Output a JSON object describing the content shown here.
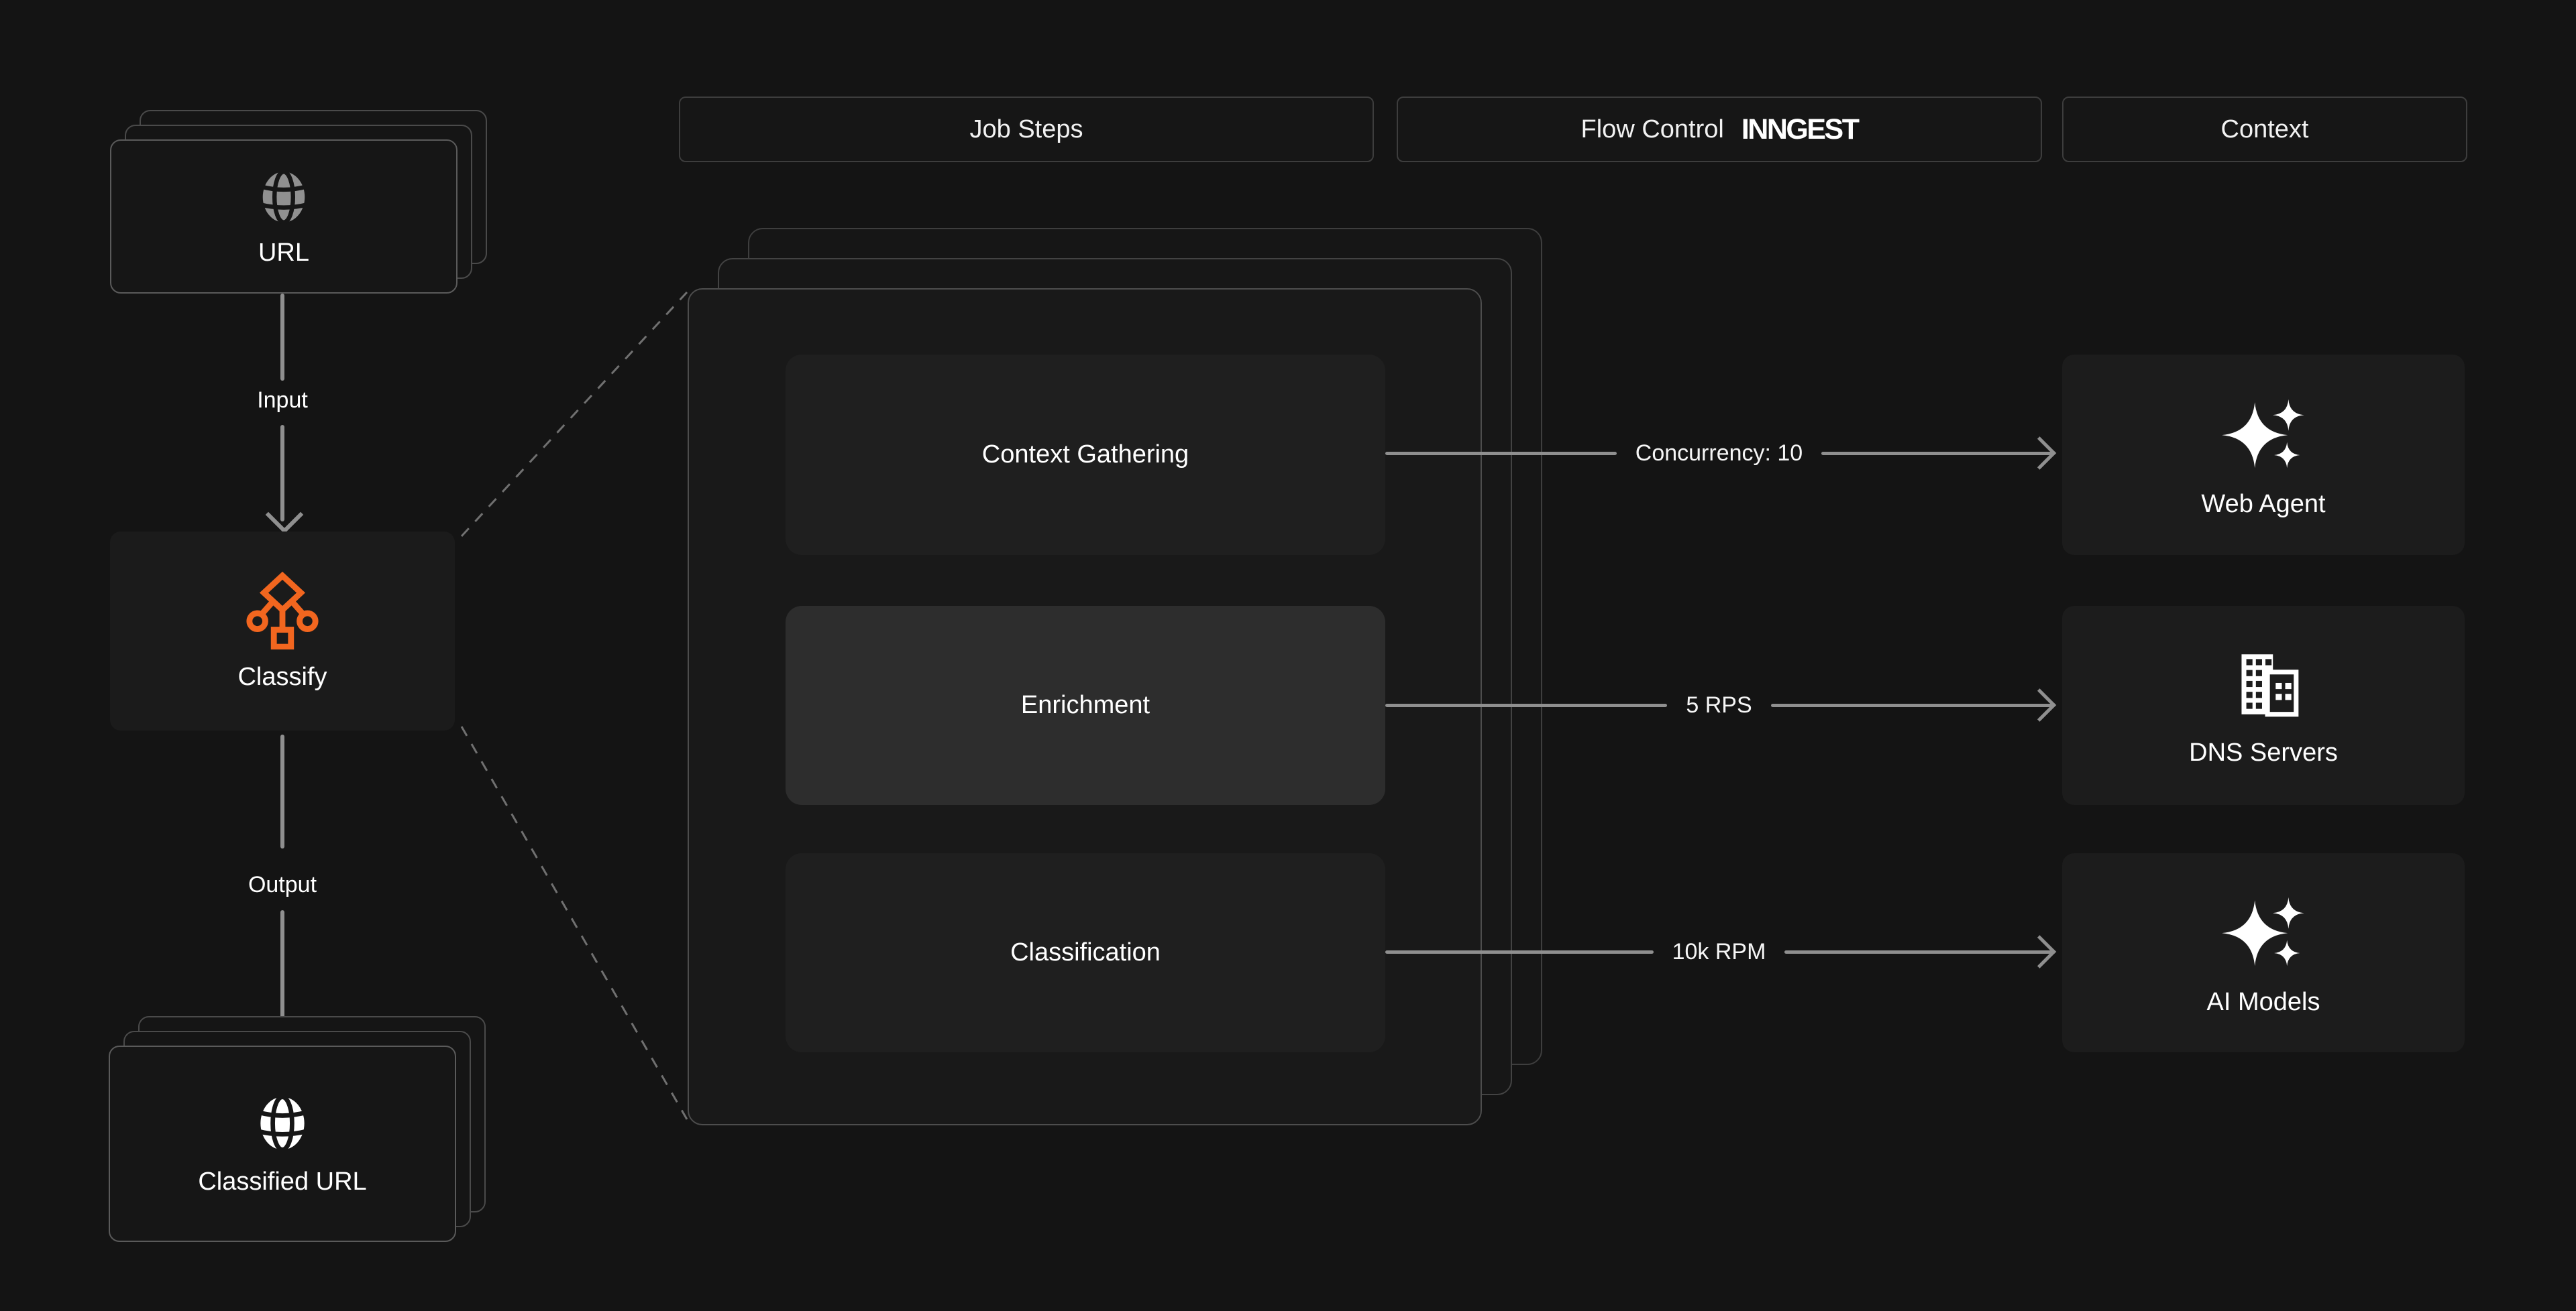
{
  "headers": [
    {
      "id": "job-steps",
      "label": "Job Steps"
    },
    {
      "id": "flow-control",
      "label": "Flow Control",
      "brand": "INNGEST"
    },
    {
      "id": "context",
      "label": "Context"
    }
  ],
  "nodes": {
    "input": {
      "label": "URL",
      "icon": "globe-icon"
    },
    "classify": {
      "label": "Classify",
      "icon": "decision-tree-icon"
    },
    "output": {
      "label": "Classified URL",
      "icon": "globe-icon"
    }
  },
  "edges": {
    "input": "Input",
    "output": "Output"
  },
  "steps": [
    {
      "label": "Context Gathering",
      "highlighted": false
    },
    {
      "label": "Enrichment",
      "highlighted": true
    },
    {
      "label": "Classification",
      "highlighted": false
    }
  ],
  "flow": [
    "Concurrency: 10",
    "5 RPS",
    "10k RPM"
  ],
  "services": [
    {
      "label": "Web Agent",
      "icon": "sparkles-icon"
    },
    {
      "label": "DNS Servers",
      "icon": "buildings-icon"
    },
    {
      "label": "AI Models",
      "icon": "sparkles-icon"
    }
  ],
  "colors": {
    "background": "#141414",
    "accent_orange": "#F2661F",
    "line_gray": "#8F8F8F",
    "card_dark": "#1C1C1C",
    "step_highlight": "#2D2D2D"
  }
}
